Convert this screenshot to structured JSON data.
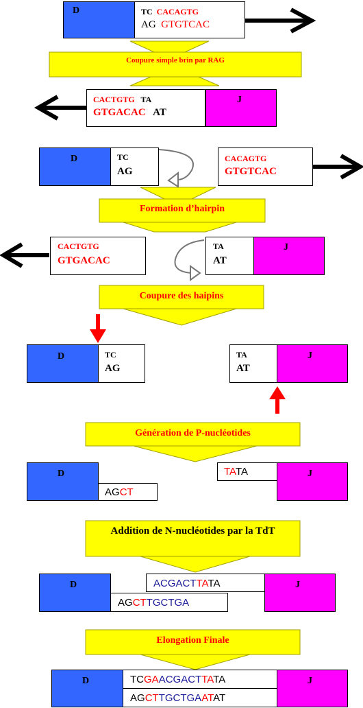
{
  "labels": {
    "d": "D",
    "j": "J"
  },
  "steps": {
    "s1": "Coupure simple brin par RAG",
    "s2": "Formation d’hairpin",
    "s3": "Coupure des haipins",
    "s4": "Génération de P-nucléotides",
    "s5": "Addition de N-nucléotides par la TdT",
    "s6": "Elongation Finale"
  },
  "seqs": {
    "r1_top_a": "TC",
    "r1_top_b": "CACAGTG",
    "r1_bot_a": "AG",
    "r1_bot_b": "GTGTCAC",
    "r2_top_a": "CACTGTG",
    "r2_top_b": "TA",
    "r2_bot_a": "GTGACAC",
    "r2_bot_b": "AT",
    "r3_d_top": "TC",
    "r3_d_bot": "AG",
    "r3_rss_top": "CACAGTG",
    "r3_rss_bot": "GTGTCAC",
    "r4_rss_top": "CACTGTG",
    "r4_rss_bot": "GTGACAC",
    "r4_j_top": "TA",
    "r4_j_bot": "AT",
    "r5_d_top": "TC",
    "r5_d_bot": "AG",
    "r5_j_top": "TA",
    "r5_j_bot": "AT",
    "r6_d_a": "AG",
    "r6_d_b": "CT",
    "r6_j_a": "TA",
    "r6_j_b": "TA",
    "r7_top_a": "ACGACT",
    "r7_top_b": "TA",
    "r7_top_c": "TA",
    "r7_bot_a": "AG",
    "r7_bot_b": "CT",
    "r7_bot_c": "TGCTGA",
    "r8_top_a": "TC",
    "r8_top_b": "GA",
    "r8_top_c": "ACGACT",
    "r8_top_d": "TA",
    "r8_top_e": "TA",
    "r8_bot_a": "AG",
    "r8_bot_b": "CT",
    "r8_bot_c": "TGCTGA",
    "r8_bot_d": "AT",
    "r8_bot_e": "AT"
  },
  "colors": {
    "d_segment": "#3366ff",
    "j_segment": "#ff00ff",
    "step_banner": "#ffff00",
    "marker_arrow": "#ff0000",
    "rss_text": "#ff0000",
    "n_nucleotides": "#1a1a99"
  }
}
